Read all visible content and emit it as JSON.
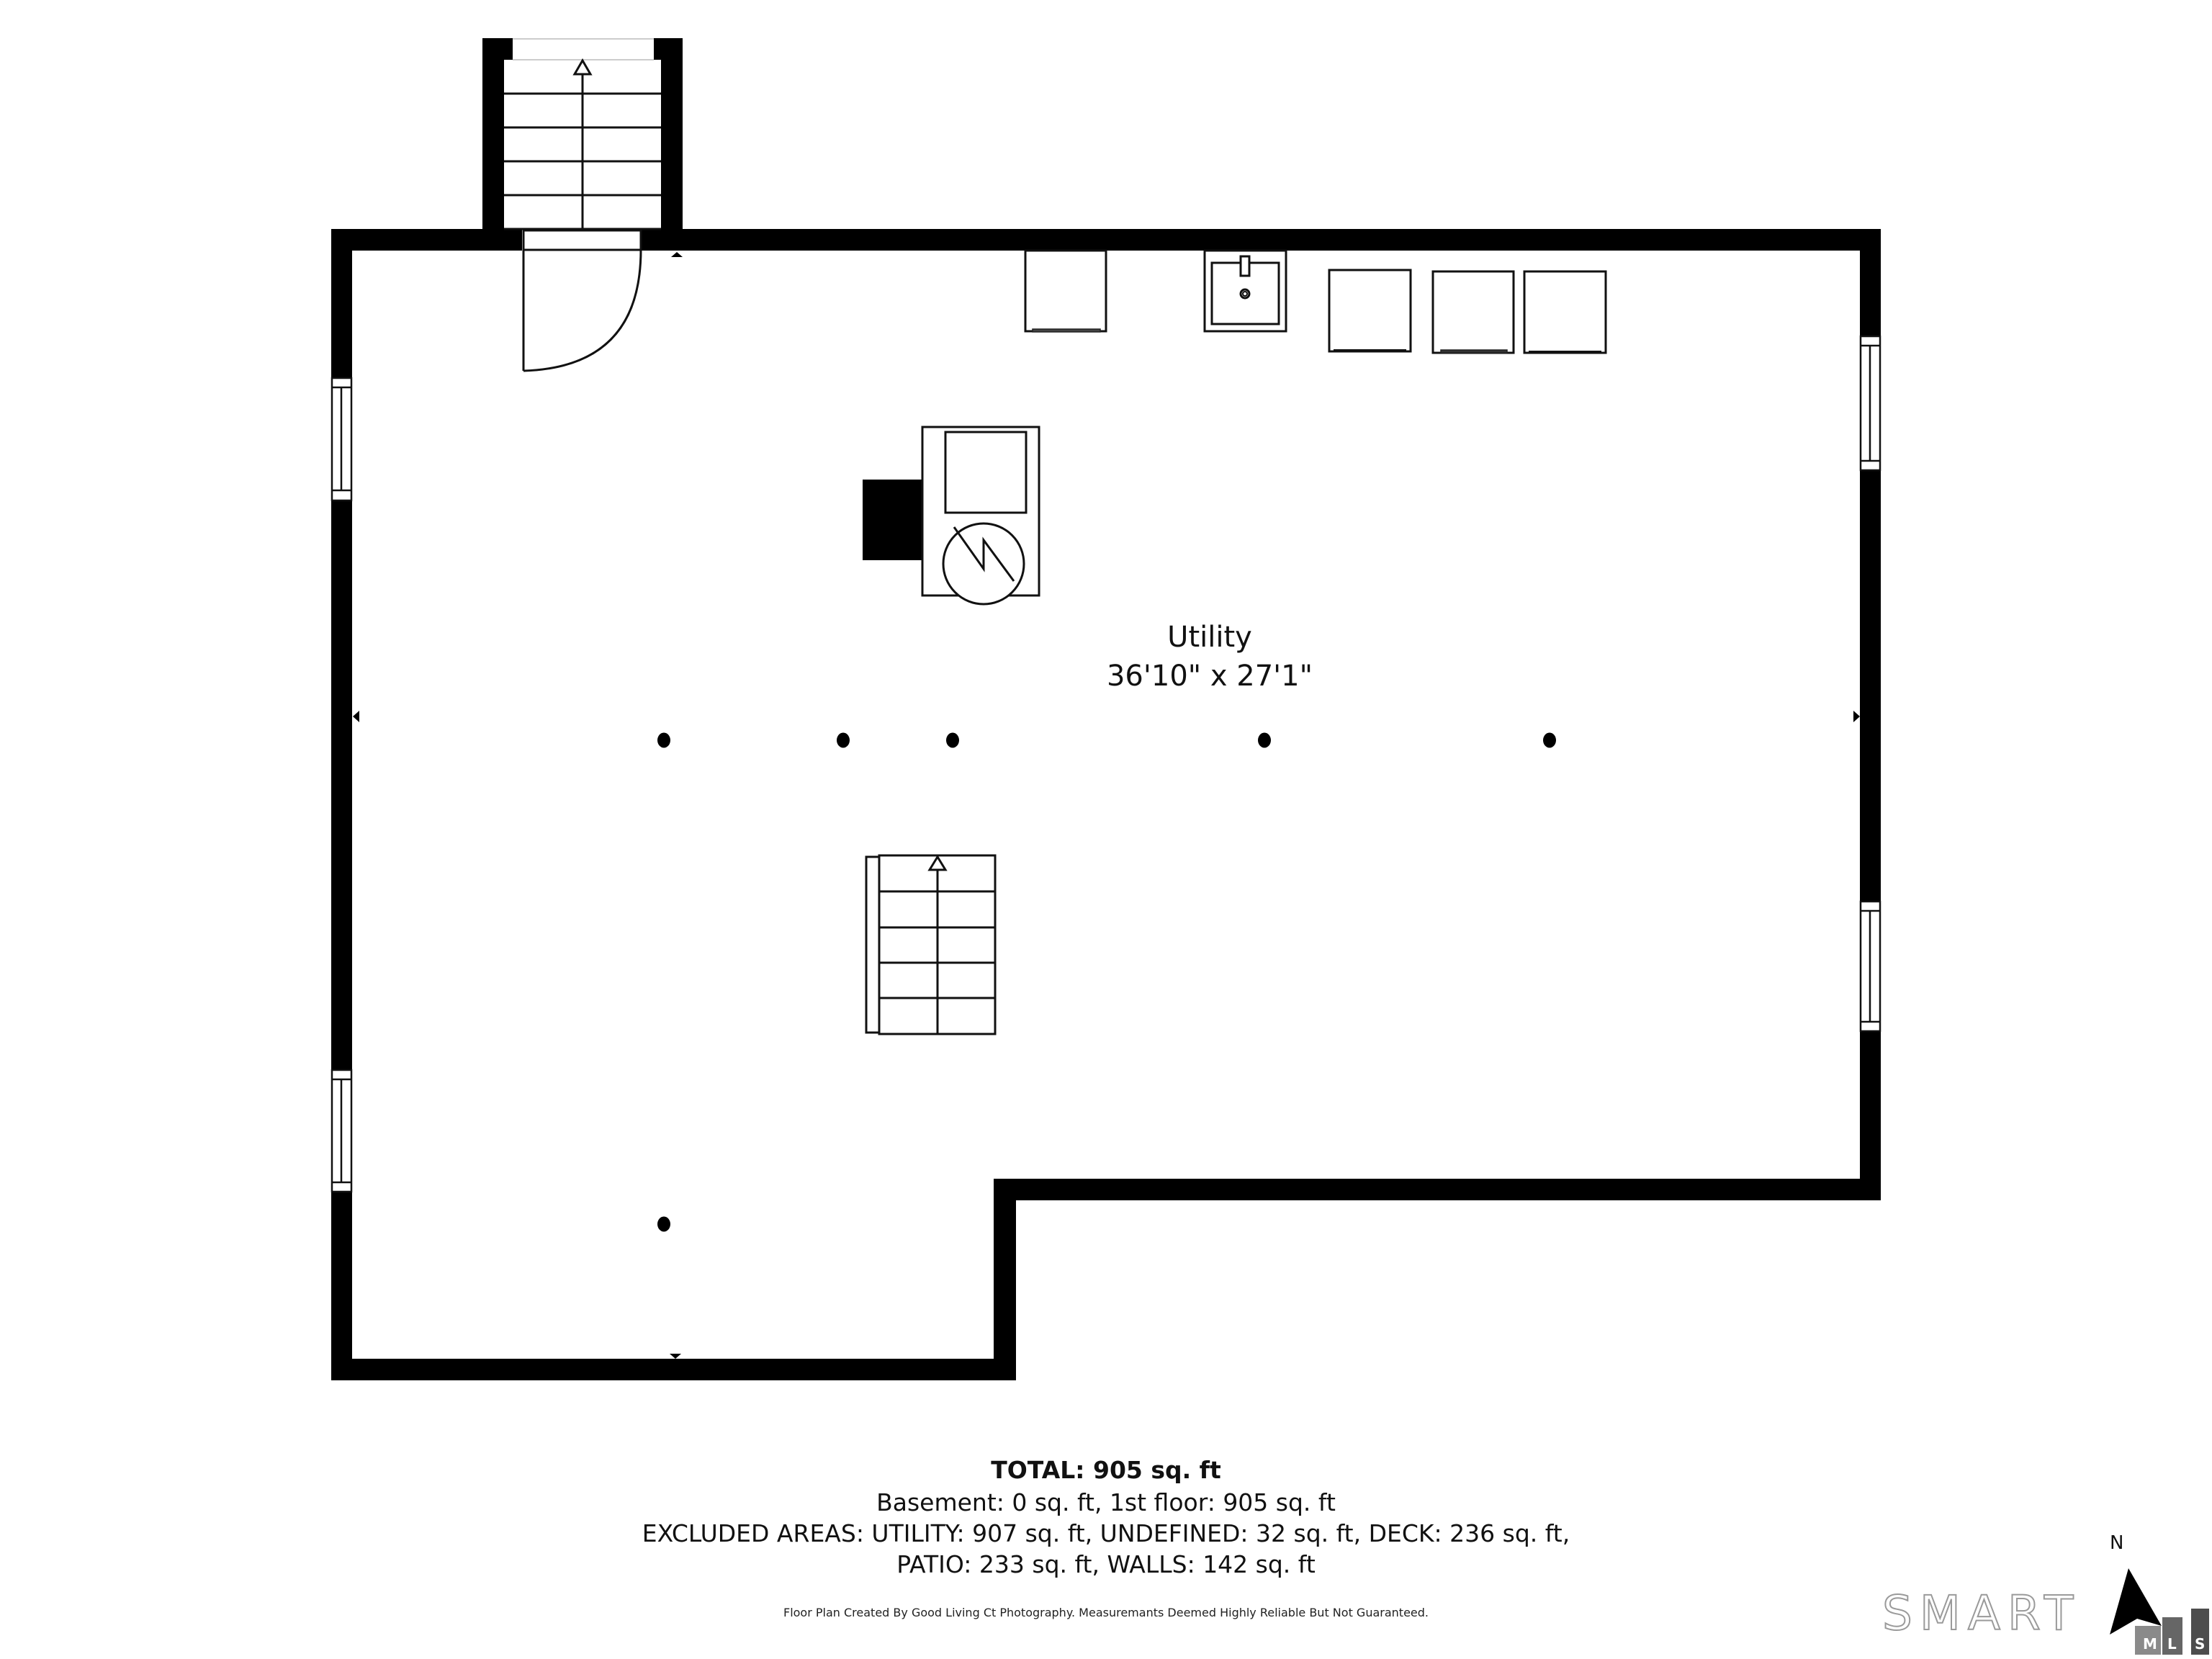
{
  "room": {
    "name": "Utility",
    "dimensions": "36'10\" x 27'1\""
  },
  "summary": {
    "total": "TOTAL: 905 sq. ft",
    "line1": "Basement: 0 sq. ft, 1st floor: 905 sq. ft",
    "line2": "EXCLUDED AREAS: UTILITY: 907 sq. ft, UNDEFINED: 32 sq. ft, DECK: 236 sq. ft,",
    "line3": "PATIO: 233 sq. ft, WALLS: 142 sq. ft"
  },
  "disclaimer": "Floor Plan Created By Good Living Ct Photography. Measuremants Deemed Highly Reliable But Not Guaranteed.",
  "compass": {
    "label": "N"
  },
  "logo": {
    "word": "SMART",
    "blocks": [
      "M",
      "L",
      "S"
    ],
    "block_colors": [
      "#8a8a8a",
      "#666666",
      "#4d4d4d"
    ]
  },
  "colors": {
    "wall": "#000000",
    "line": "#111111",
    "background": "#ffffff"
  }
}
